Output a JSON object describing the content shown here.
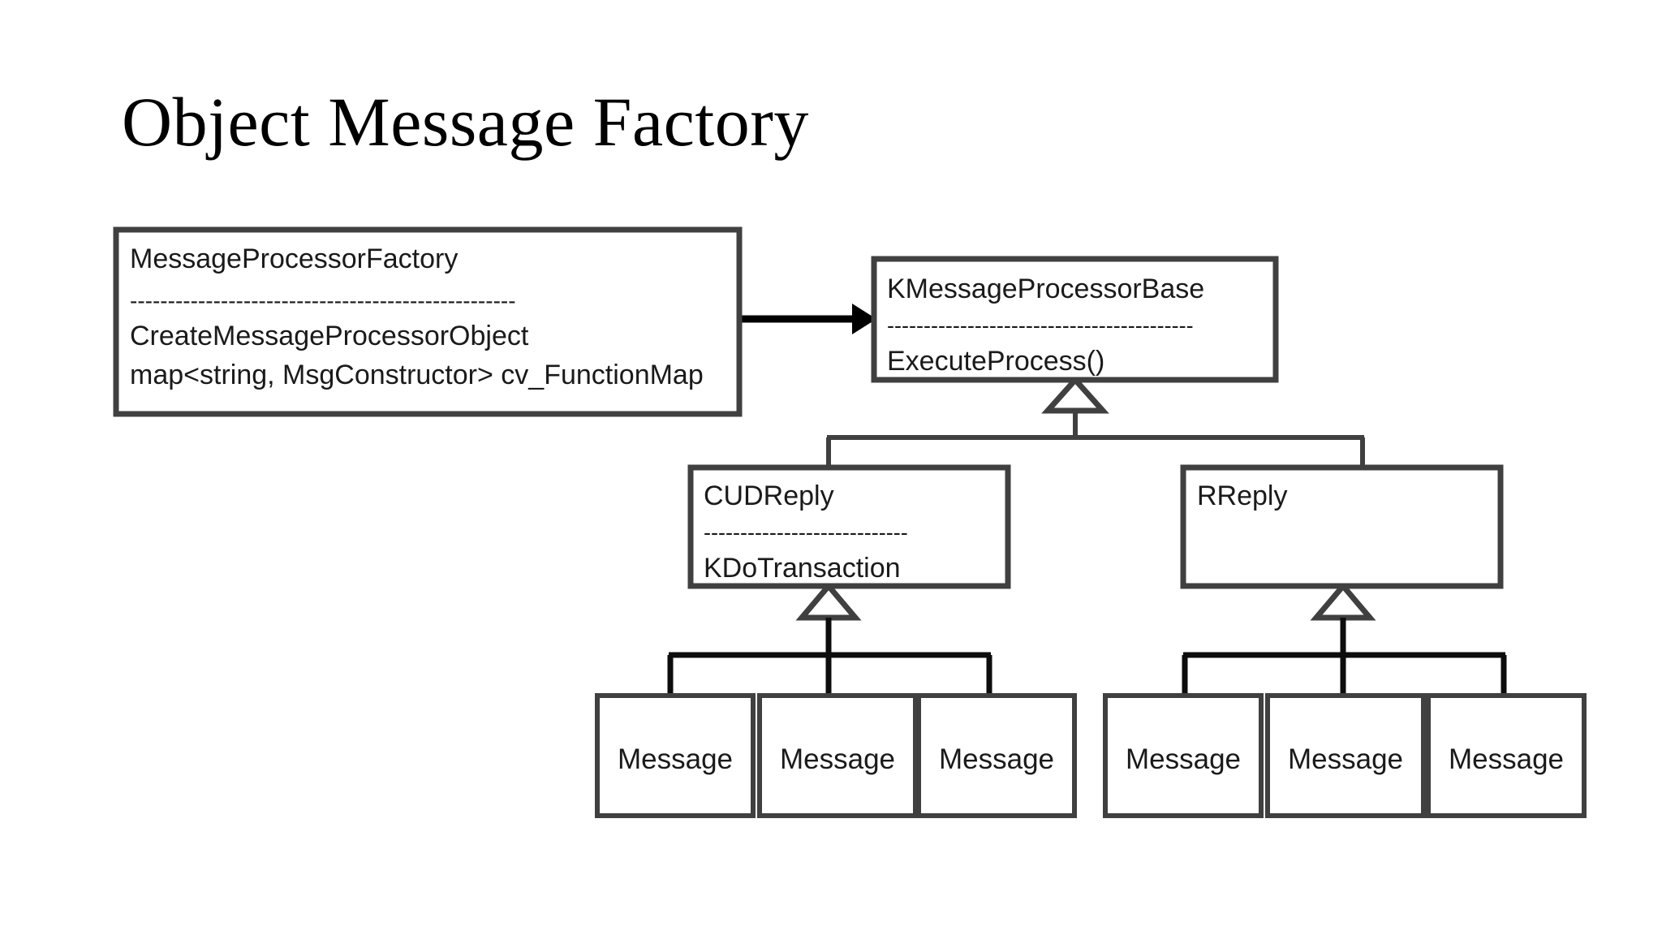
{
  "slide": {
    "title": "Object Message Factory",
    "background_color": "#ffffff",
    "box_border_color": "#404040",
    "text_color": "#1a1a1a",
    "connector_color": "#404040",
    "arrow_color": "#000000"
  },
  "diagram": {
    "type": "uml-class-diagram",
    "classes": [
      {
        "id": "factory",
        "name": "MessageProcessorFactory",
        "separator": "---------------------------------------------------",
        "members": [
          "CreateMessageProcessorObject",
          "map<string, MsgConstructor> cv_FunctionMap"
        ]
      },
      {
        "id": "base",
        "name": "KMessageProcessorBase",
        "separator": "------------------------------------------",
        "members": [
          "ExecuteProcess()"
        ]
      },
      {
        "id": "cudreply",
        "name": "CUDReply",
        "separator": "----------------------------",
        "members": [
          "KDoTransaction"
        ]
      },
      {
        "id": "rreply",
        "name": "RReply",
        "separator": "",
        "members": []
      }
    ],
    "leaves": {
      "left_group": [
        {
          "id": "msg-l1",
          "name": "Message"
        },
        {
          "id": "msg-l2",
          "name": "Message"
        },
        {
          "id": "msg-l3",
          "name": "Message"
        }
      ],
      "right_group": [
        {
          "id": "msg-r1",
          "name": "Message"
        },
        {
          "id": "msg-r2",
          "name": "Message"
        },
        {
          "id": "msg-r3",
          "name": "Message"
        }
      ]
    },
    "relations": [
      {
        "kind": "association-arrow",
        "from": "factory",
        "to": "base"
      },
      {
        "kind": "generalization",
        "from": "cudreply",
        "to": "base"
      },
      {
        "kind": "generalization",
        "from": "rreply",
        "to": "base"
      },
      {
        "kind": "generalization",
        "from": "msg-l1",
        "to": "cudreply"
      },
      {
        "kind": "generalization",
        "from": "msg-l2",
        "to": "cudreply"
      },
      {
        "kind": "generalization",
        "from": "msg-l3",
        "to": "cudreply"
      },
      {
        "kind": "generalization",
        "from": "msg-r1",
        "to": "rreply"
      },
      {
        "kind": "generalization",
        "from": "msg-r2",
        "to": "rreply"
      },
      {
        "kind": "generalization",
        "from": "msg-r3",
        "to": "rreply"
      }
    ]
  }
}
